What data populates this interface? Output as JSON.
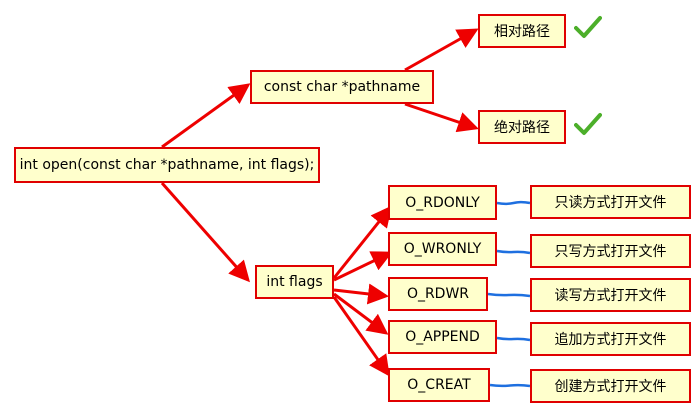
{
  "diagram": {
    "root": {
      "label": "int open(const char *pathname, int flags);"
    },
    "pathname": {
      "label": "const char *pathname",
      "children": [
        {
          "label": "相对路径",
          "checked": true
        },
        {
          "label": "绝对路径",
          "checked": true
        }
      ]
    },
    "flags": {
      "label": "int flags",
      "options": [
        {
          "flag": "O_RDONLY",
          "desc": "只读方式打开文件"
        },
        {
          "flag": "O_WRONLY",
          "desc": "只写方式打开文件"
        },
        {
          "flag": "O_RDWR",
          "desc": "读写方式打开文件"
        },
        {
          "flag": "O_APPEND",
          "desc": "追加方式打开文件"
        },
        {
          "flag": "O_CREAT",
          "desc": "创建方式打开文件"
        }
      ]
    }
  },
  "colors": {
    "node_fill": "#ffffcc",
    "node_border": "#e00000",
    "arrow": "#ee0000",
    "connector": "#1e6fe0",
    "check": "#4caf2a"
  },
  "icons": {
    "check": "check-mark-icon"
  }
}
